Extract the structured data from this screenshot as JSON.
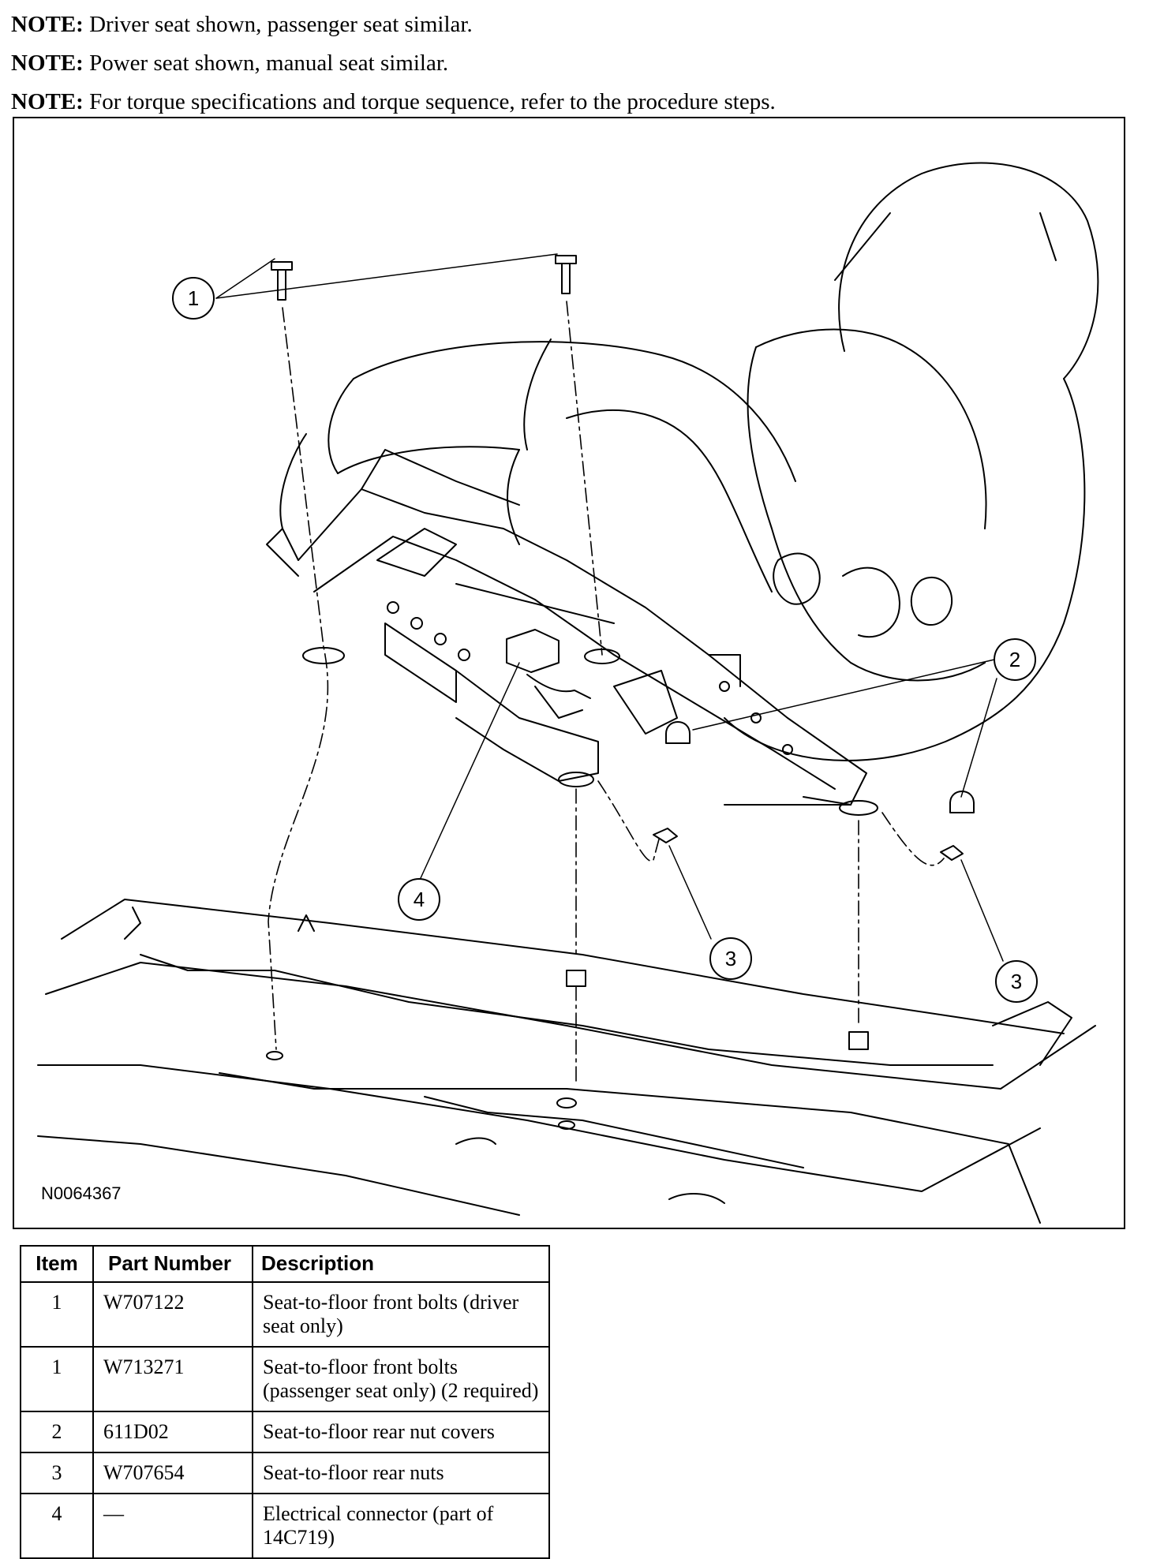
{
  "notes": [
    {
      "label": "NOTE:",
      "text": "Driver seat shown, passenger seat similar."
    },
    {
      "label": "NOTE:",
      "text": "Power seat shown, manual seat similar."
    },
    {
      "label": "NOTE:",
      "text": "For torque specifications and torque sequence, refer to the procedure steps."
    }
  ],
  "figure": {
    "id": "N0064367",
    "callouts": [
      "1",
      "2",
      "3",
      "3",
      "4"
    ]
  },
  "table": {
    "headers": {
      "item": "Item",
      "part": "Part Number",
      "desc": "Description"
    },
    "rows": [
      {
        "item": "1",
        "part": "W707122",
        "desc": "Seat-to-floor front bolts (driver seat only)"
      },
      {
        "item": "1",
        "part": "W713271",
        "desc": "Seat-to-floor front bolts (passenger seat only) (2 required)"
      },
      {
        "item": "2",
        "part": "611D02",
        "desc": "Seat-to-floor rear nut covers"
      },
      {
        "item": "3",
        "part": "W707654",
        "desc": "Seat-to-floor rear nuts"
      },
      {
        "item": "4",
        "part": "—",
        "desc": "Electrical connector (part of 14C719)"
      }
    ]
  }
}
